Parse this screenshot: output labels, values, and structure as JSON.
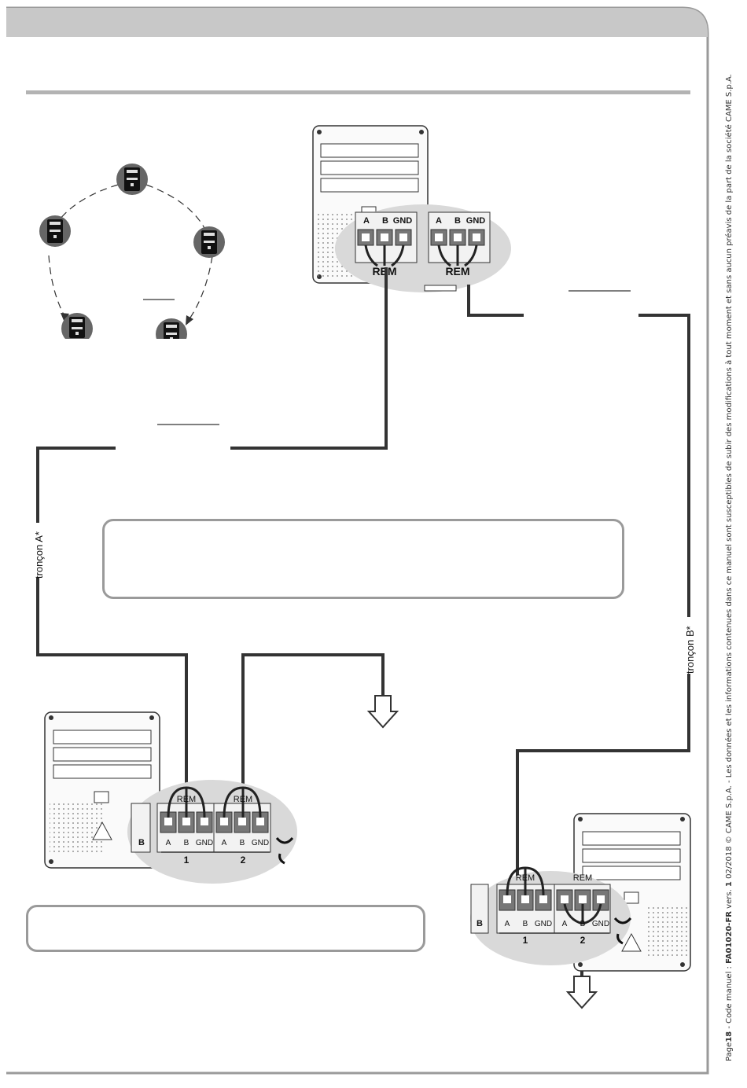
{
  "controllers": {
    "top": {
      "terminal_labels": [
        "A",
        "B",
        "GND",
        "A",
        "B",
        "GND"
      ],
      "group_labels": [
        "REM",
        "REM"
      ]
    },
    "bottom_left": {
      "terminal_labels": [
        "A",
        "B",
        "GND",
        "A",
        "B",
        "GND"
      ],
      "group_labels": [
        "REM",
        "REM"
      ],
      "port_numbers": [
        "1",
        "2"
      ],
      "side_label": "B"
    },
    "bottom_right": {
      "terminal_labels": [
        "A",
        "B",
        "GND",
        "A",
        "B",
        "GND"
      ],
      "group_labels": [
        "REM",
        "REM"
      ],
      "port_numbers": [
        "1",
        "2"
      ],
      "side_label": "B"
    }
  },
  "cables": {
    "segment_a_label": "tronçon A*",
    "segment_b_label": "tronçon B*"
  },
  "footer": {
    "page_prefix": "Page",
    "page_number": "18",
    "manual_code_prefix": " - Code manuel : ",
    "manual_code": "FA01020-FR",
    "version_prefix": " vers. ",
    "version": "1",
    "rest": " 02/2018 © CAME S.p.A. - Les données et les informations contenues dans ce manuel sont susceptibles de subir des modifications à tout moment et sans aucun préavis de la part de la société CAME S.p.A."
  },
  "colors": {
    "header_bar": "#c8c8c8",
    "cable": "#333333",
    "frame": "#9a9a9a",
    "zoom_bubble": "#d9d9d9"
  },
  "icons": [
    "control-unit-icon",
    "terminal-block-icon",
    "arrow-down-icon",
    "tamper-switch-icon",
    "hazard-icon"
  ]
}
